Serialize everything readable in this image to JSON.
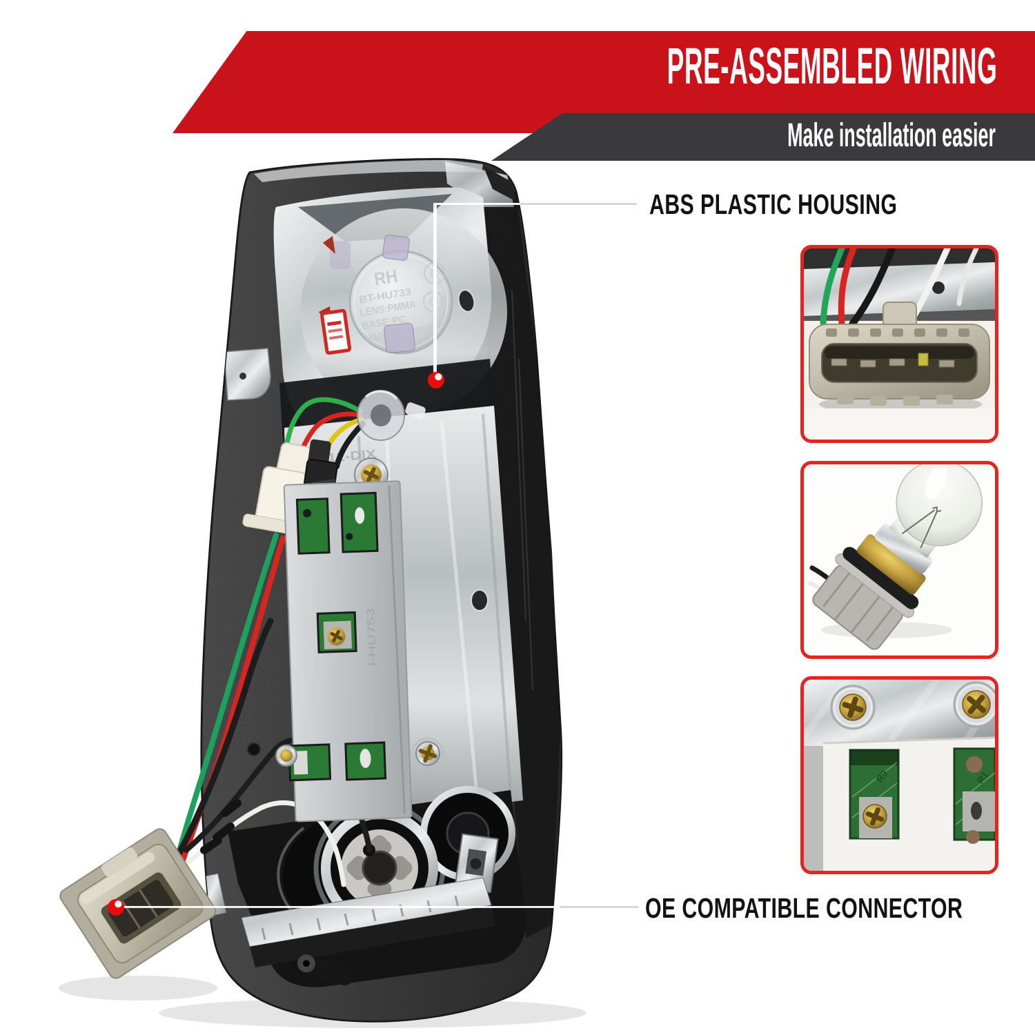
{
  "page": {
    "background": "#ffffff",
    "kind": "product-feature-image"
  },
  "banner": {
    "title": "PRE-ASSEMBLED WIRING",
    "subtitle": "Make installation easier",
    "red": "#c9121a",
    "dark": "#3a3a3c",
    "text_color": "#ffffff"
  },
  "callouts": {
    "housing": {
      "label": "ABS PLASTIC HOUSING"
    },
    "connector": {
      "label": "OE COMPATIBLE CONNECTOR"
    },
    "marker_color": "#ea0b0c",
    "leader_line_color": "#ffffff"
  },
  "product": {
    "description": "rear view of tail light assembly with pre-assembled wiring",
    "lens_markings": {
      "side": "RH",
      "part": "BT-HU733",
      "lens": "LENS:PMMA",
      "base": "BASE:PC",
      "origin": "MADE IN TAIWAN"
    },
    "plate_stamp": "1612-DIX",
    "panel_code": "I-HU753",
    "wire_colors": {
      "green": "#23a55b",
      "yellow": "#e2c414",
      "red": "#d8251d",
      "black": "#1d1d1d",
      "white": "#efefec"
    }
  },
  "insets": {
    "border_color": "#e8231f",
    "items": [
      {
        "name": "oe-connector-closeup"
      },
      {
        "name": "bulb-and-socket-closeup"
      },
      {
        "name": "screws-and-pcb-closeup",
        "pcb_labels": [
          "R9",
          "R1"
        ]
      }
    ]
  }
}
